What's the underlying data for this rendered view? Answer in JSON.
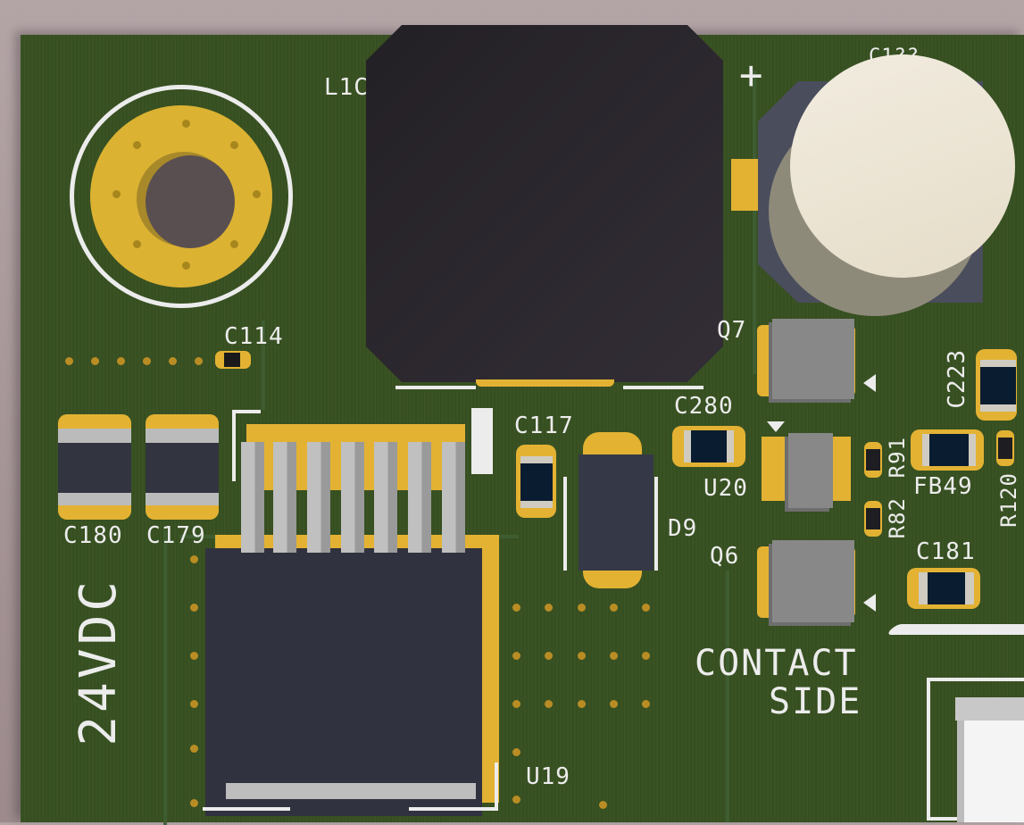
{
  "view": {
    "type": "PCB 3D render",
    "board_color": "#364f20",
    "silkscreen_color": "#ececec",
    "copper_color": "#e3b233",
    "background_color": "#a8989a"
  },
  "labels": {
    "mounting_hole": "",
    "inductor": "L1C",
    "top_cap_partial": "C1??",
    "c114": "C114",
    "c180": "C180",
    "c179": "C179",
    "c117": "C117",
    "d9": "D9",
    "c280": "C280",
    "u20": "U20",
    "q7_partial": "Q7",
    "q6": "Q6",
    "r91": "R91",
    "r82": "R82",
    "fb49": "FB49",
    "c223": "C223",
    "r120": "R120",
    "c181": "C181",
    "u19": "U19",
    "power_label": "24VDC",
    "contact_line1": "CONTACT",
    "contact_line2": "SIDE"
  },
  "components": [
    {
      "ref": "L1C",
      "kind": "power inductor",
      "color": "#2a2529"
    },
    {
      "ref": "C1??",
      "kind": "electrolytic capacitor",
      "color": "#ebe3d0"
    },
    {
      "ref": "U19",
      "kind": "TO-263-7 regulator",
      "pins": 7
    },
    {
      "ref": "D9",
      "kind": "SMA diode"
    },
    {
      "ref": "U20",
      "kind": "SOT-23-6 IC"
    },
    {
      "ref": "Q7",
      "kind": "PowerPAK MOSFET"
    },
    {
      "ref": "Q6",
      "kind": "PowerPAK MOSFET"
    },
    {
      "ref": "C180",
      "kind": "1210 capacitor"
    },
    {
      "ref": "C179",
      "kind": "1210 capacitor"
    },
    {
      "ref": "C117",
      "kind": "0805 capacitor"
    },
    {
      "ref": "C280",
      "kind": "0805 capacitor"
    },
    {
      "ref": "C181",
      "kind": "0805 capacitor"
    },
    {
      "ref": "C223",
      "kind": "0805 capacitor"
    },
    {
      "ref": "FB49",
      "kind": "ferrite bead"
    },
    {
      "ref": "R91",
      "kind": "0402 resistor"
    },
    {
      "ref": "R82",
      "kind": "0402 resistor"
    },
    {
      "ref": "R120",
      "kind": "0402 resistor"
    },
    {
      "ref": "C114",
      "kind": "0402 capacitor"
    }
  ]
}
